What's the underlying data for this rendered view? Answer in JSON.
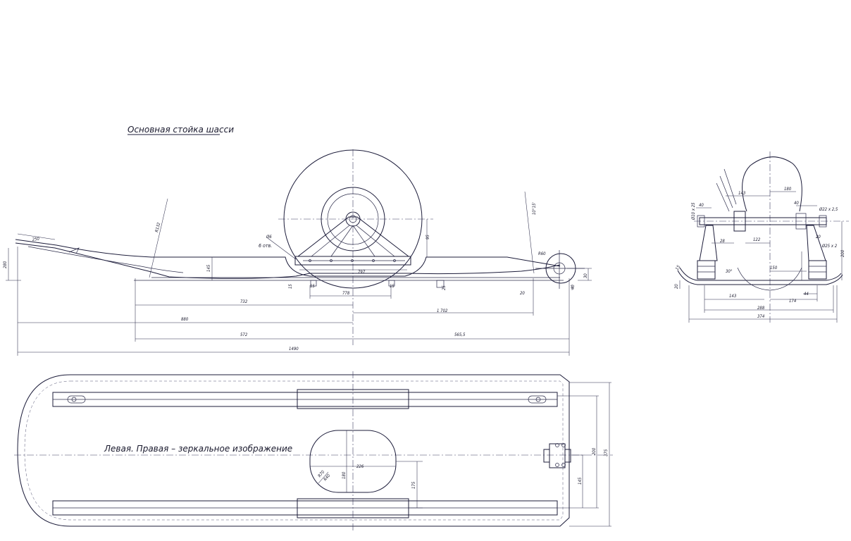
{
  "titles": {
    "main_strut": "Основная стойка шасси",
    "mirror_note": "Левая. Правая – зеркальное изображение"
  },
  "side_view": {
    "dims": {
      "overall": "1490",
      "left_base": "880",
      "mid": "732",
      "left_to_axle": "572",
      "right_part": "565,5",
      "right_upper": "1 702",
      "axle_left": "778",
      "hub_width": "797",
      "height_left": "280",
      "height_mid": "145",
      "skid_tip": "250",
      "nose_radius": "R132",
      "tail_radius": "R60",
      "bolt_note": "6 отв.",
      "bolt_dia": "Ø6",
      "axle_h": "95",
      "small_1": "15",
      "small_2": "15",
      "small_3": "25",
      "small_4": "20",
      "small_5": "15",
      "right_end": "40",
      "right_h": "30",
      "angle_note": "10°15'"
    }
  },
  "front_view": {
    "dims": {
      "top_left": "143",
      "top_right": "180",
      "flange_l": "40",
      "flange_r": "40",
      "hole_l": "Ø10 x 25",
      "hole_r": "Ø22 x 2,5",
      "hole_r2": "Ø25 x 2",
      "inner": "122",
      "spacer": "28",
      "spacer_r": "20",
      "height_c": "150",
      "height_r": "200",
      "base_l": "143",
      "base_r": "174",
      "base_sm": "44",
      "width_mid": "288",
      "width_total": "374",
      "left_mark": "15",
      "left_h": "20",
      "angle": "30°"
    }
  },
  "plan_view": {
    "dims": {
      "oval_w": "226",
      "oval_h": "180",
      "oval_r": "R70",
      "oval_r2": "R40",
      "inner_h": "175",
      "gap": "145",
      "width_1": "200",
      "width_2": "375"
    }
  }
}
